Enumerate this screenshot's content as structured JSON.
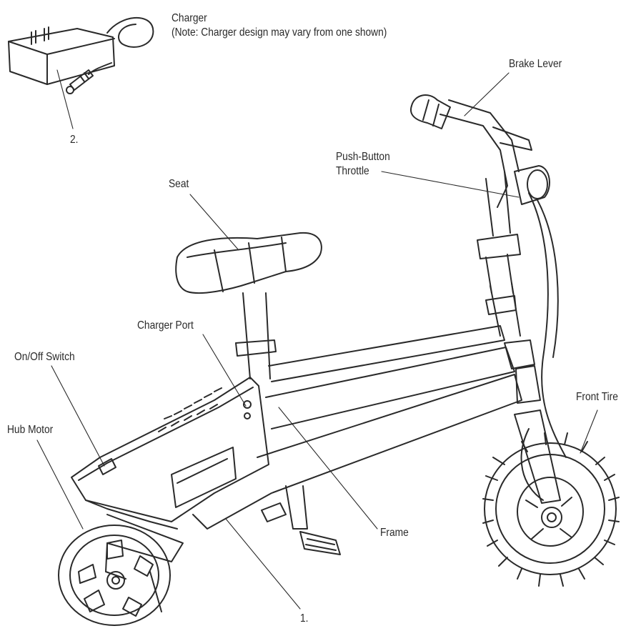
{
  "labels": {
    "charger": "Charger",
    "charger_note": "(Note: Charger design may vary from one shown)",
    "charger_number": "2.",
    "brake_lever": "Brake Lever",
    "throttle_line1": "Push-Button",
    "throttle_line2": "Throttle",
    "seat": "Seat",
    "charger_port": "Charger Port",
    "on_off_switch": "On/Off Switch",
    "hub_motor": "Hub Motor",
    "front_tire": "Front Tire",
    "frame": "Frame",
    "bike_number": "1."
  },
  "colors": {
    "line": "#2a2a2a",
    "background": "#ffffff"
  }
}
